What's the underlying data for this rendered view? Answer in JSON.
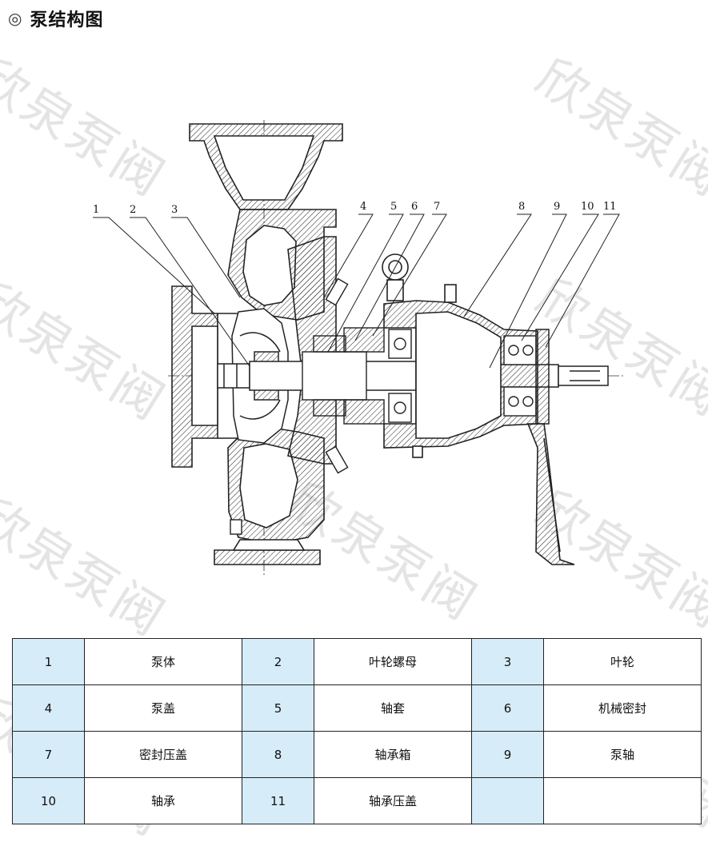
{
  "header": {
    "title": "泵结构图",
    "marker": "◎"
  },
  "watermark": "欣泉泵阀",
  "callouts": [
    "1",
    "2",
    "3",
    "4",
    "5",
    "6",
    "7",
    "8",
    "9",
    "10",
    "11"
  ],
  "parts_table": {
    "rows": [
      [
        {
          "num": "1",
          "name": "泵体"
        },
        {
          "num": "2",
          "name": "叶轮螺母"
        },
        {
          "num": "3",
          "name": "叶轮"
        }
      ],
      [
        {
          "num": "4",
          "name": "泵盖"
        },
        {
          "num": "5",
          "name": "轴套"
        },
        {
          "num": "6",
          "name": "机械密封"
        }
      ],
      [
        {
          "num": "7",
          "name": "密封压盖"
        },
        {
          "num": "8",
          "name": "轴承箱"
        },
        {
          "num": "9",
          "name": "泵轴"
        }
      ],
      [
        {
          "num": "10",
          "name": "轴承"
        },
        {
          "num": "11",
          "name": "轴承压盖"
        },
        {
          "num": "",
          "name": ""
        }
      ]
    ]
  },
  "colors": {
    "table_num_bg": "#d6ecf8",
    "line": "#222222",
    "watermark": "#e4e4e4"
  }
}
